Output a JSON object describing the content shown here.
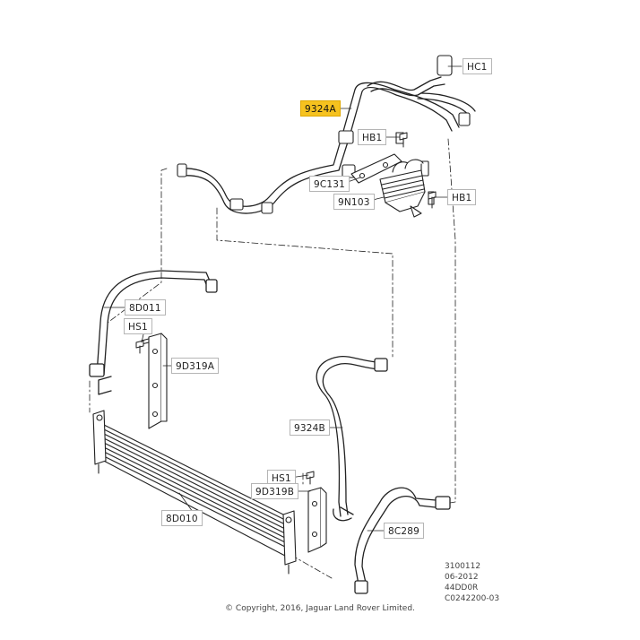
{
  "callouts": {
    "hc1": "HC1",
    "p9324a": "9324A",
    "hb1_top": "HB1",
    "p9c131": "9C131",
    "p9n103": "9N103",
    "hb1_right": "HB1",
    "p8d011": "8D011",
    "hs1_left": "HS1",
    "p9d319a": "9D319A",
    "p9324b": "9324B",
    "hs1_right": "HS1",
    "p9d319b": "9D319B",
    "p8d010": "8D010",
    "p8c289": "8C289"
  },
  "highlight_color": "#f6c21f",
  "reference": {
    "line1": "3100112",
    "line2": "06-2012",
    "line3": "44DD0R",
    "line4": "C0242200-03"
  },
  "copyright": "© Copyright, 2016, Jaguar Land Rover Limited."
}
